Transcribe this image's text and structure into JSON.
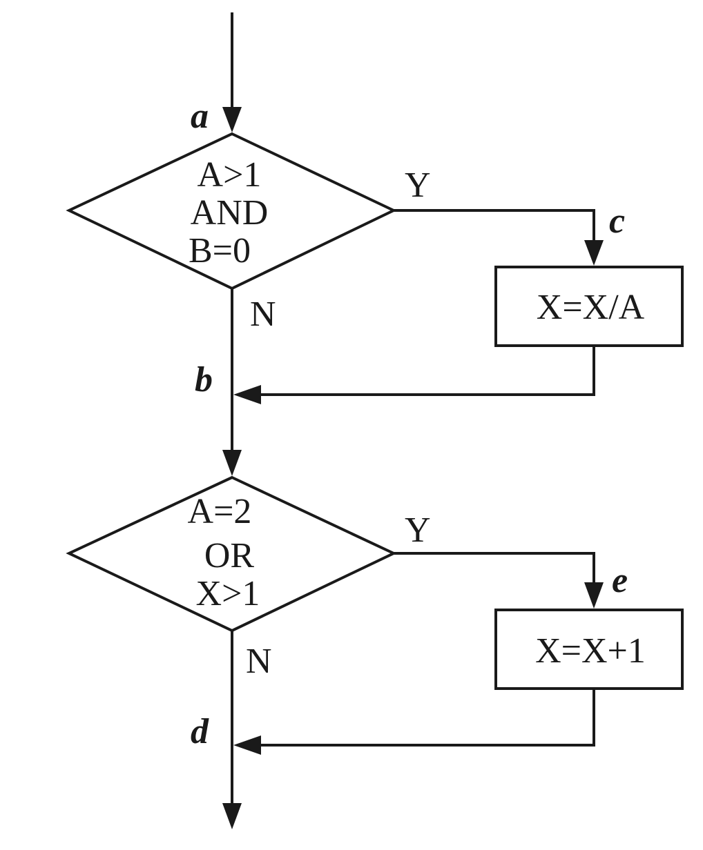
{
  "diagram": {
    "type": "flowchart",
    "nodes": {
      "decision1": {
        "shape": "diamond",
        "lines": [
          "A>1",
          "AND",
          "B=0"
        ]
      },
      "process1": {
        "shape": "rectangle",
        "text": "X=X/A"
      },
      "decision2": {
        "shape": "diamond",
        "lines": [
          "A=2",
          "OR",
          "X>1"
        ]
      },
      "process2": {
        "shape": "rectangle",
        "text": "X=X+1"
      }
    },
    "branch_labels": {
      "decision1_yes": "Y",
      "decision1_no": "N",
      "decision2_yes": "Y",
      "decision2_no": "N"
    },
    "point_labels": {
      "a": "a",
      "b": "b",
      "c": "c",
      "d": "d",
      "e": "e"
    },
    "edges": [
      {
        "from": "start",
        "to": "decision1",
        "label": "a"
      },
      {
        "from": "decision1",
        "to": "process1",
        "branch": "Y",
        "label": "c"
      },
      {
        "from": "decision1",
        "to": "junction_b",
        "branch": "N",
        "label": "b"
      },
      {
        "from": "process1",
        "to": "junction_b"
      },
      {
        "from": "junction_b",
        "to": "decision2"
      },
      {
        "from": "decision2",
        "to": "process2",
        "branch": "Y",
        "label": "e"
      },
      {
        "from": "decision2",
        "to": "junction_d",
        "branch": "N",
        "label": "d"
      },
      {
        "from": "process2",
        "to": "junction_d"
      },
      {
        "from": "junction_d",
        "to": "end"
      }
    ]
  }
}
